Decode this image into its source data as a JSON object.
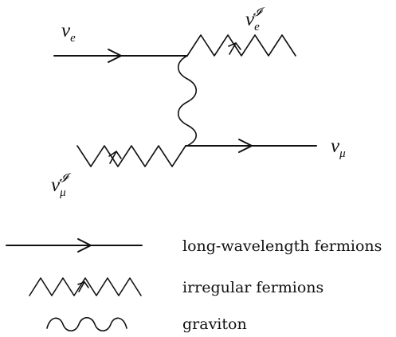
{
  "particles": {
    "nu_e_in": {
      "base": "ν",
      "sub": "e",
      "sup": ""
    },
    "nu_e_out": {
      "base": "ν",
      "sub": "e",
      "sup": "𝓘"
    },
    "nu_mu_in": {
      "base": "ν",
      "sub": "μ",
      "sup": "𝓘"
    },
    "nu_mu_out": {
      "base": "ν",
      "sub": "μ",
      "sup": ""
    }
  },
  "legend": [
    {
      "style": "straight-arrow",
      "label": "long-wavelength fermions"
    },
    {
      "style": "zigzag-arrow",
      "label": "irregular fermions"
    },
    {
      "style": "wavy",
      "label": "graviton"
    }
  ]
}
